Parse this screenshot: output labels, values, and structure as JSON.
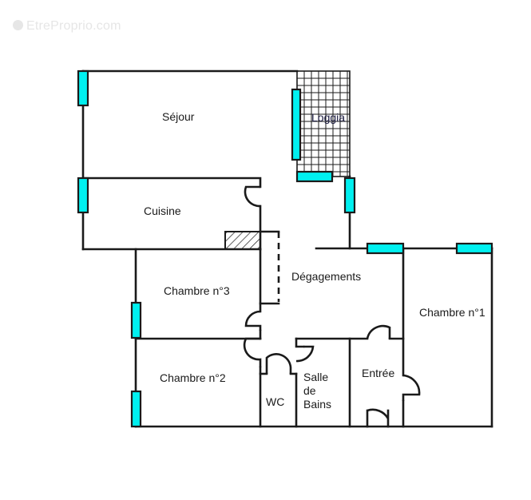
{
  "watermark": {
    "text": "EtreProprio.com",
    "icon": "copyright-icon"
  },
  "colors": {
    "wall": "#1a1a1a",
    "window": "#00f0f0",
    "background": "#ffffff"
  },
  "rooms": {
    "sejour": "Séjour",
    "loggia": "Loggia",
    "cuisine": "Cuisine",
    "chambre3": "Chambre n°3",
    "degagements": "Dégagements",
    "chambre1": "Chambre n°1",
    "chambre2": "Chambre n°2",
    "wc": "WC",
    "salle_de_bains": [
      "Salle",
      "de",
      "Bains"
    ],
    "entree": "Entrée"
  }
}
